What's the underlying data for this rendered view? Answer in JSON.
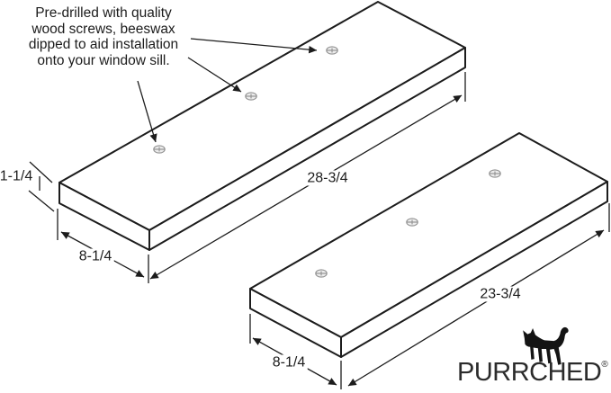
{
  "annotation": {
    "lines": [
      "Pre-drilled with quality",
      "wood screws, beeswax",
      "dipped to aid installation",
      "onto your window sill."
    ]
  },
  "dimensions": {
    "board1_thickness": "1-1/4",
    "board1_length": "28-3/4",
    "board1_width": "8-1/4",
    "board2_length": "23-3/4",
    "board2_width": "8-1/4"
  },
  "logo": {
    "brand": "PURRCHED",
    "trademark": "®"
  },
  "icons": {
    "screw": "phillips-screw-head-icon",
    "cat": "walking-cat-silhouette-icon"
  },
  "colors": {
    "line": "#1c1c1c",
    "screw": "#8f8f8f",
    "background": "#ffffff",
    "logo": "#1d1d1d"
  }
}
